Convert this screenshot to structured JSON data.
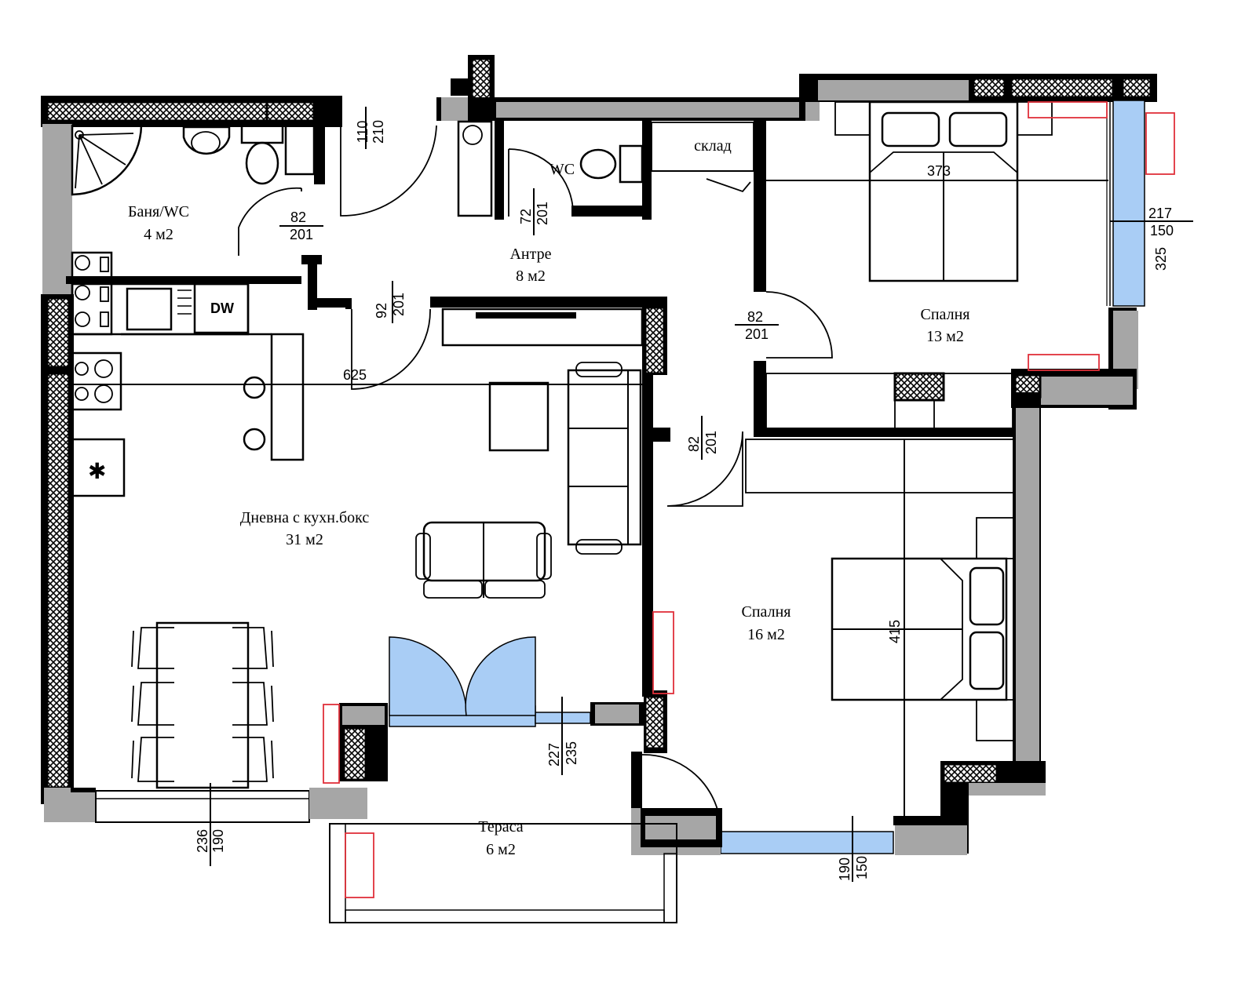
{
  "rooms": [
    {
      "name": "Баня/WC",
      "area": "4 м2"
    },
    {
      "name": "Антре",
      "area": "8 м2"
    },
    {
      "name": "WC",
      "area": ""
    },
    {
      "name": "склад",
      "area": ""
    },
    {
      "name": "Спалня",
      "area": "13 м2"
    },
    {
      "name": "Дневна с кухн.бокс",
      "area": "31 м2"
    },
    {
      "name": "Спалня",
      "area": "16 м2"
    },
    {
      "name": "Тераса",
      "area": "6 м2"
    }
  ],
  "appliance_label": "DW",
  "dimensions": {
    "bath_window": {
      "a": "110",
      "b": "210"
    },
    "bath_door": {
      "a": "82",
      "b": "201"
    },
    "wc_door": {
      "a": "72",
      "b": "201"
    },
    "living_door": {
      "a": "92",
      "b": "201"
    },
    "bed13_door": {
      "a": "82",
      "b": "201"
    },
    "bed16_door": {
      "a": "82",
      "b": "201"
    },
    "bed13_window": {
      "a": "217",
      "b": "150"
    },
    "bed13_height": "325",
    "bed13_width": "373",
    "living_width": "625",
    "bed16_length": "415",
    "terrace_door": {
      "a": "227",
      "b": "235"
    },
    "living_window": {
      "a": "236",
      "b": "190"
    },
    "bed16_window": {
      "a": "190",
      "b": "150"
    }
  },
  "colors": {
    "wall": "#000000",
    "outer_wall": "#a6a6a6",
    "glass": "#a9cdf5",
    "radiator": "#e0303a"
  }
}
